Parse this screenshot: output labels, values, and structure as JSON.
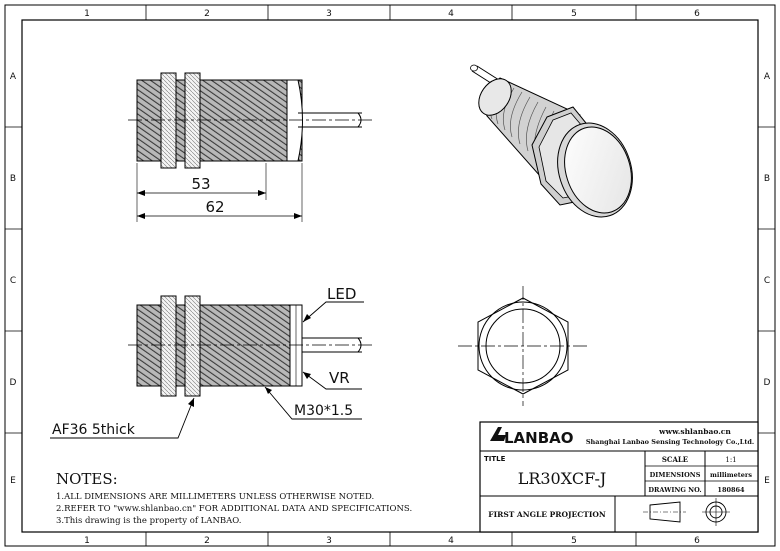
{
  "frame": {
    "columns": [
      "1",
      "2",
      "3",
      "4",
      "5",
      "6"
    ],
    "rows": [
      "A",
      "B",
      "C",
      "D",
      "E"
    ]
  },
  "views": {
    "side_top": {
      "dim_inner": "53",
      "dim_outer": "62"
    },
    "side_bottom": {
      "led_label": "LED",
      "vr_label": "VR",
      "thread_label": "M30*1.5",
      "nut_label": "AF36 5thick"
    }
  },
  "notes": {
    "heading": "NOTES:",
    "lines": [
      "1.ALL DIMENSIONS ARE MILLIMETERS UNLESS OTHERWISE NOTED.",
      "2.REFER TO \"www.shlanbao.cn\" FOR ADDITIONAL DATA AND SPECIFICATIONS.",
      "3.This drawing is the property of LANBAO."
    ]
  },
  "title_block": {
    "logo": "LANBAO",
    "website": "www.shlanbao.cn",
    "company": "Shanghai Lanbao Sensing Technology Co.,Ltd.",
    "title_label": "TITLE",
    "title": "LR30XCF-J",
    "scale_label": "SCALE",
    "scale_value": "1:1",
    "dimensions_label": "DIMENSIONS",
    "dimensions_value": "millimeters",
    "drawing_no_label": "DRAWING NO.",
    "drawing_no_value": "180864",
    "projection": "FIRST ANGLE PROJECTION"
  }
}
